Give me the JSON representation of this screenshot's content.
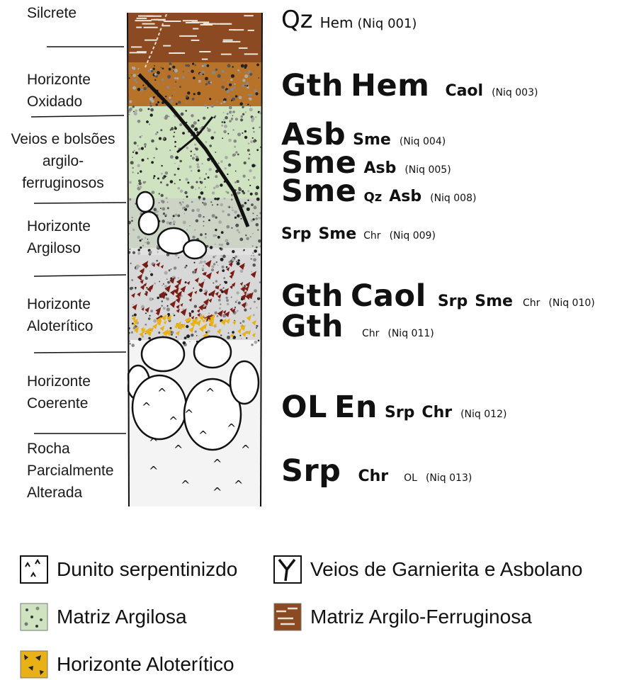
{
  "horizons": [
    {
      "label": "Silcrete"
    },
    {
      "label": "Horizonte Oxidado"
    },
    {
      "label": "Veios e bolsões argilo- ferruginosos"
    },
    {
      "label": "Horizonte Argiloso"
    },
    {
      "label": "Horizonte Aloterítico"
    },
    {
      "label": "Horizonte Coerente"
    },
    {
      "label": "Rocha Parcialmente Alterada"
    }
  ],
  "labels": {
    "h0": "Silcrete",
    "h1a": "Horizonte",
    "h1b": "Oxidado",
    "h2a": "Veios e bolsões",
    "h2b": "argilo-",
    "h2c": "ferruginosos",
    "h3a": "Horizonte",
    "h3b": "Argiloso",
    "h4a": "Horizonte",
    "h4b": "Aloterítico",
    "h5a": "Horizonte",
    "h5b": "Coerente",
    "h6a": "Rocha",
    "h6b": "Parcialmente",
    "h6c": "Alterada"
  },
  "minerals": {
    "r1": {
      "a": "Qz",
      "b": "Hem",
      "ref": "(Niq 001)"
    },
    "r2": {
      "a": "Gth",
      "b": "Hem",
      "c": "Caol",
      "ref": "(Niq 003)"
    },
    "r3": {
      "a": "Asb",
      "b": "Sme",
      "ref": "(Niq 004)"
    },
    "r4": {
      "a": "Sme",
      "b": "Asb",
      "ref": "(Niq 005)"
    },
    "r5": {
      "a": "Sme",
      "b": "Qz",
      "c": "Asb",
      "ref": "(Niq 008)"
    },
    "r6": {
      "a": "Srp",
      "b": "Sme",
      "c": "Chr",
      "ref": "(Niq 009)"
    },
    "r7": {
      "a": "Gth",
      "b": "Caol",
      "c": "Srp",
      "d": "Sme",
      "e": "Chr",
      "ref": "(Niq 010)"
    },
    "r8": {
      "a": "Gth",
      "b": "Chr",
      "ref": "(Niq 011)"
    },
    "r9": {
      "a": "OL",
      "b": "En",
      "c": "Srp",
      "d": "Chr",
      "ref": "(Niq 012)"
    },
    "r10": {
      "a": "Srp",
      "b": "Chr",
      "c": "OL",
      "ref": "(Niq 013)"
    }
  },
  "legend": {
    "dunite": "Dunito serpentinizdo",
    "veins": "Veios de Garnierita e Asbolano",
    "clay": "Matriz Argilosa",
    "ferro": "Matriz Argilo-Ferruginosa",
    "alot": "Horizonte Aloterítico"
  },
  "colors": {
    "silcrete": "#8b4a22",
    "oxidized": "#b8732a",
    "clay_green": "#cfe3c0",
    "red_clasts": "#7a1d17",
    "yellow_clasts": "#e8b217",
    "outline": "#111111"
  }
}
